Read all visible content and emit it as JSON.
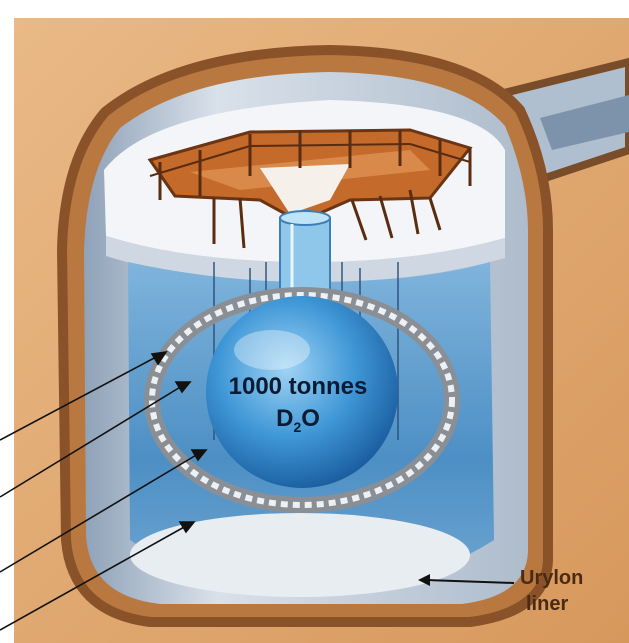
{
  "diagram": {
    "labels": {
      "volume_line": "1000 tonnes",
      "substance_base": "D",
      "substance_sub": "2",
      "substance_end": "O",
      "liner_line1": "Urylon",
      "liner_line2": "liner"
    },
    "colors": {
      "rock": "#d9a06a",
      "rock_dark": "#b77a48",
      "cavity_wall": "#c9d3de",
      "water": "#2f8fd0",
      "sphere": "#1f6fb5",
      "deck": "#c46a2b",
      "liner_text": "#4a2a14"
    }
  }
}
